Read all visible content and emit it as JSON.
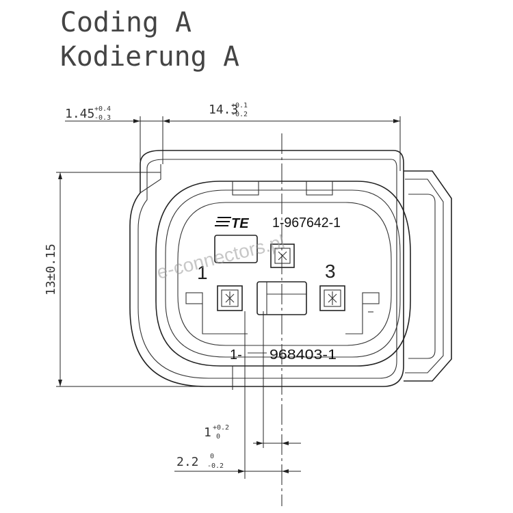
{
  "title": {
    "line1": "Coding A",
    "line2": "Kodierung A"
  },
  "dimensions": {
    "left_offset": {
      "value": "1.45",
      "tol_upper": "+0.4",
      "tol_lower": "-0.3"
    },
    "width": {
      "value": "14.3",
      "tol_upper": "+0.1",
      "tol_lower": "-0.2"
    },
    "height": {
      "value": "13±0.15"
    },
    "key_width": {
      "value": "1",
      "tol_upper": "+0.2",
      "tol_lower": "0"
    },
    "key_offset": {
      "value": "2.2",
      "tol_upper": "0",
      "tol_lower": "-0.2"
    }
  },
  "connector": {
    "brand": "TE",
    "upper_part_number": "1-967642-1",
    "lower_part_prefix": "1-",
    "lower_part_number": "968403-1",
    "pin_labels": [
      "1",
      "3"
    ]
  },
  "watermark": "e-connectors.pl",
  "colors": {
    "line": "#222222",
    "text": "#444444",
    "background": "#ffffff"
  }
}
